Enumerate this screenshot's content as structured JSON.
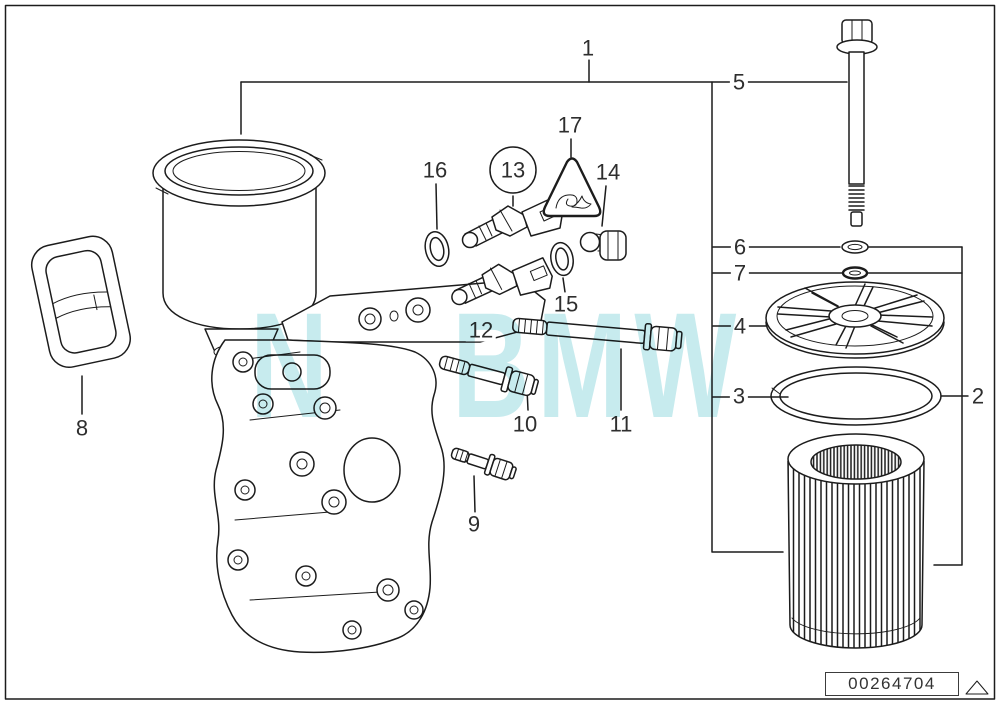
{
  "callouts": {
    "c1": "1",
    "c2": "2",
    "c3": "3",
    "c4": "4",
    "c5": "5",
    "c6": "6",
    "c7": "7",
    "c8": "8",
    "c9": "9",
    "c10": "10",
    "c11": "11",
    "c12": "12",
    "c13": "13",
    "c14": "14",
    "c15": "15",
    "c16": "16",
    "c17": "17"
  },
  "highlight": {
    "circled_callout": "13",
    "color": "#cf2020"
  },
  "watermark": {
    "fragment": "N",
    "main": "BMW",
    "color": "#c7ebee"
  },
  "stamp": {
    "part_number": "00264704"
  },
  "colors": {
    "line": "#1c1c1c",
    "label": "#2e2e2e",
    "background": "#ffffff"
  }
}
